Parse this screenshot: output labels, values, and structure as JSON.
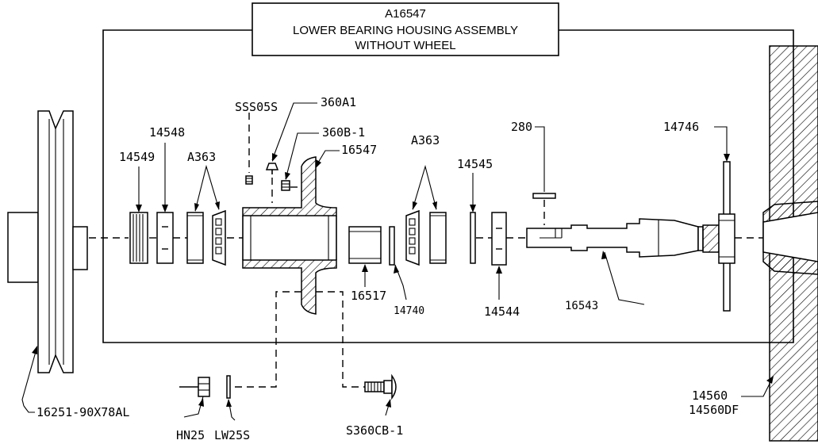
{
  "title": {
    "code": "A16547",
    "line1": "LOWER BEARING HOUSING ASSEMBLY",
    "line2": "WITHOUT WHEEL"
  },
  "labels": {
    "pulley": "16251-90X78AL",
    "p14549": "14549",
    "p14548": "14548",
    "a363_left": "A363",
    "sss05s": "SSS05S",
    "p360a1": "360A1",
    "p360b1": "360B-1",
    "p16547": "16547",
    "p16517": "16517",
    "p14740": "14740",
    "a363_right": "A363",
    "p14545": "14545",
    "p14544": "14544",
    "p280": "280",
    "p16543": "16543",
    "p14746": "14746",
    "hn25": "HN25",
    "lw25s": "LW25S",
    "s360cb1": "S360CB-1",
    "p14560": "14560",
    "p14560df": "14560DF"
  }
}
